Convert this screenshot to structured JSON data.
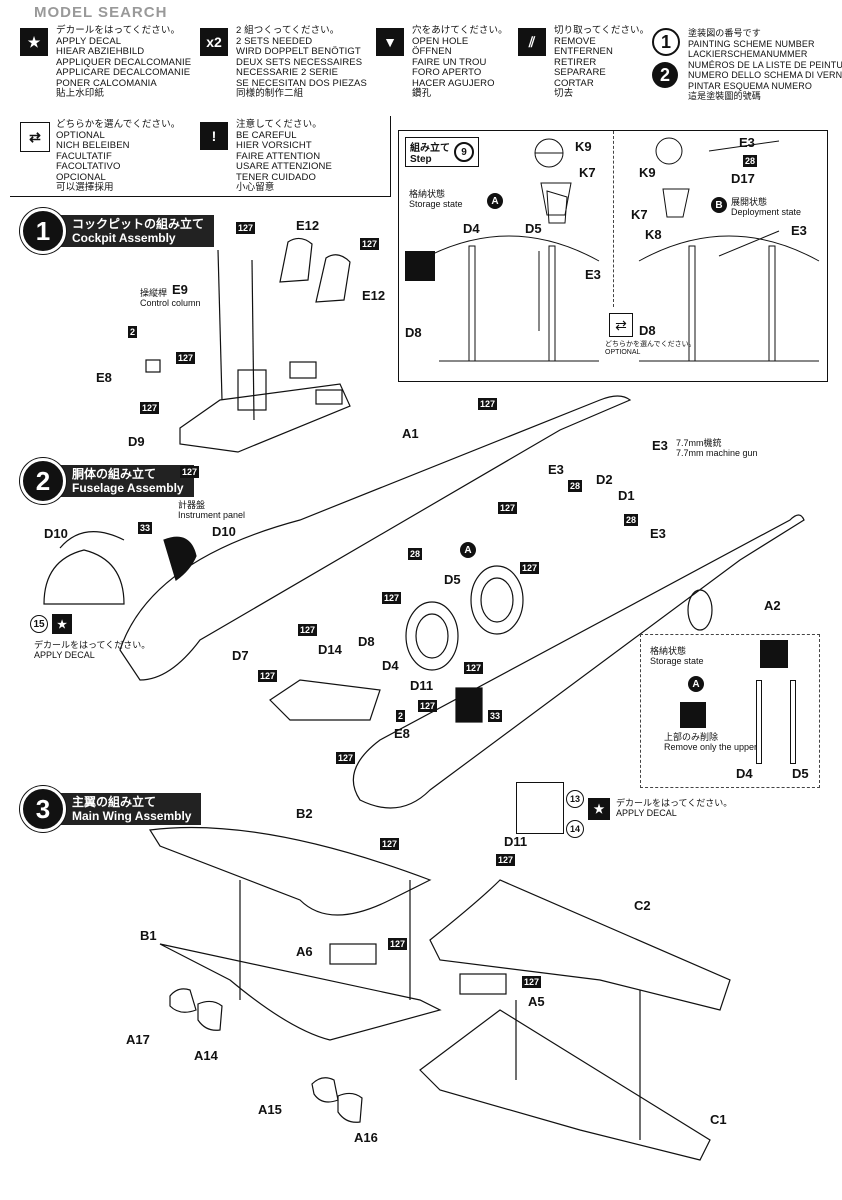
{
  "watermark": "MODEL SEARCH",
  "legend": {
    "apply_decal": [
      "デカールをはってください。",
      "APPLY DECAL",
      "HIEAR ABZIEHBILD",
      "APPLIQUER DECALCOMANIE",
      "APPLICARE DECALCOMANIE",
      "PONER CALCOMANIA",
      "貼上水印紙"
    ],
    "two_sets": [
      "2 組つくってください。",
      "2 SETS NEEDED",
      "WIRD DOPPELT BENÖTIGT",
      "DEUX SETS NECESSAIRES",
      "NECESSARIE 2 SERIE",
      "SE NECESITAN DOS PIEZAS",
      "同様的制作二組"
    ],
    "two_sets_icon": "x2",
    "open_hole": [
      "穴をあけてください。",
      "OPEN HOLE",
      "ÖFFNEN",
      "FAIRE UN TROU",
      "FORO APERTO",
      "HACER AGUJERO",
      "鑽孔"
    ],
    "remove": [
      "切り取ってください。",
      "REMOVE",
      "ENTFERNEN",
      "RETIRER",
      "SEPARARE",
      "CORTAR",
      "切去"
    ],
    "painting_scheme": [
      "塗装図の番号です",
      "PAINTING SCHEME NUMBER",
      "LACKIERSCHEMANUMMER",
      "NUMÉROS DE LA LISTE DE PEINTURES",
      "NUMERO DELLO SCHEMA DI VERNICIATURA",
      "PINTAR ESQUEMA NUMERO",
      "這是塗裝圖的號碼"
    ],
    "scheme_numbers": [
      "1",
      "2"
    ],
    "optional": [
      "どちらかを選んでください。",
      "OPTIONAL",
      "NICH BELEIBEN",
      "FACULTATIF",
      "FACOLTATIVO",
      "OPCIONAL",
      "可以選擇採用"
    ],
    "careful": [
      "注意してください。",
      "BE CAREFUL",
      "HIER VORSICHT",
      "FAIRE ATTENTION",
      "USARE ATTENZIONE",
      "TENER CUIDADO",
      "小心留意"
    ]
  },
  "steps": [
    {
      "num": "1",
      "jp": "コックピットの組み立て",
      "en": "Cockpit Assembly"
    },
    {
      "num": "2",
      "jp": "胴体の組み立て",
      "en": "Fuselage Assembly"
    },
    {
      "num": "3",
      "jp": "主翼の組み立て",
      "en": "Main Wing Assembly"
    }
  ],
  "step9": {
    "label_jp": "組み立て",
    "label_en": "Step",
    "num": "9",
    "storage_jp": "格納状態",
    "storage_en": "Storage state",
    "storage_mark": "A",
    "deploy_jp": "展開状態",
    "deploy_en": "Deployment state",
    "deploy_mark": "B",
    "optional_jp": "どちらかを選んでください。",
    "optional_en": "OPTIONAL",
    "parts": [
      "K9",
      "K7",
      "D5",
      "D4",
      "E3",
      "D8",
      "K9",
      "E3",
      "28",
      "D17",
      "K7",
      "K8",
      "E3",
      "D8"
    ]
  },
  "cockpit": {
    "parts": [
      "E12",
      "E12",
      "E9",
      "E8",
      "D9"
    ],
    "badges": [
      "127",
      "127",
      "127",
      "2",
      "127",
      "127"
    ],
    "control_column_jp": "操縦桿",
    "control_column_en": "Control column"
  },
  "fuselage": {
    "parts": [
      "A1",
      "E3",
      "D2",
      "D1",
      "E3",
      "E3",
      "D10",
      "D10",
      "D5",
      "D8",
      "D14",
      "D7",
      "D4",
      "D11",
      "E8",
      "A2",
      "D11"
    ],
    "badges": [
      "127",
      "28",
      "28",
      "28",
      "33",
      "127",
      "127",
      "127",
      "127",
      "127",
      "127",
      "2",
      "127",
      "33",
      "127"
    ],
    "instrument_jp": "計器盤",
    "instrument_en": "Instrument panel",
    "mg_jp": "7.7mm機銃",
    "mg_en": "7.7mm machine gun",
    "decal_num": "15",
    "decal_jp": "デカールをはってください。",
    "decal_en": "APPLY DECAL",
    "inset_storage_jp": "格納状態",
    "inset_storage_en": "Storage state",
    "inset_mark": "A",
    "inset_remove_jp": "上部のみ削除",
    "inset_remove_en": "Remove only the upper",
    "inset_parts": [
      "D4",
      "D5"
    ],
    "decal_nums": [
      "13",
      "14"
    ],
    "decal2_jp": "デカールをはってください。",
    "decal2_en": "APPLY DECAL",
    "ae3_mark": "A"
  },
  "wing": {
    "parts": [
      "B2",
      "B1",
      "A6",
      "A17",
      "A14",
      "A15",
      "A16",
      "C2",
      "A5",
      "C1"
    ],
    "badges": [
      "127",
      "127",
      "127",
      "127"
    ]
  }
}
